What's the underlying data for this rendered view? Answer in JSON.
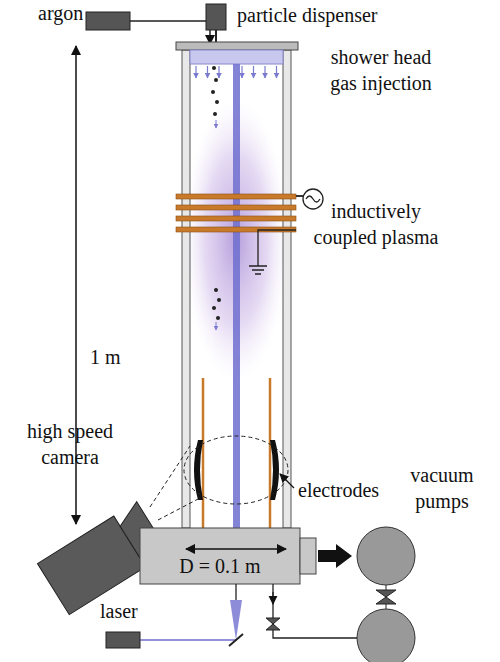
{
  "diagram": {
    "labels": [
      "argon",
      "particle dispenser",
      "shower head gas injection",
      "inductively coupled plasma",
      "1 m",
      "high speed camera",
      "electrodes",
      "D = 0.1 m",
      "vacuum pumps",
      "laser"
    ]
  }
}
